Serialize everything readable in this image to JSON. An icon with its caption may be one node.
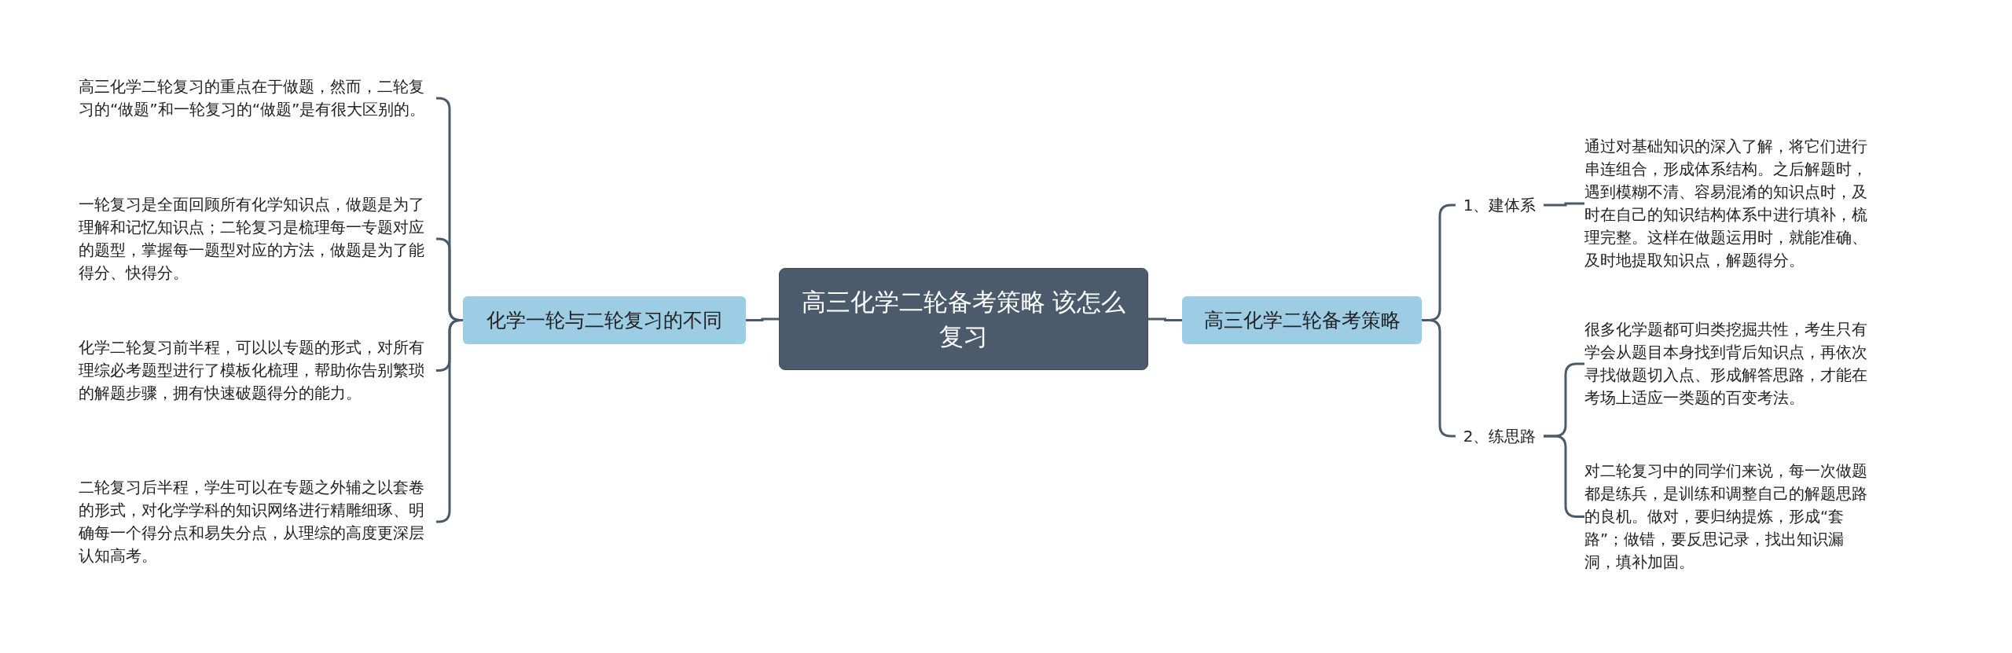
{
  "diagram": {
    "nodes": [
      {
        "text": [
          "高三化学二轮备考策略 该怎么复习"
        ]
      },
      {
        "text": [
          "化学一轮与二轮复习的不同"
        ]
      },
      {
        "text": [
          "高三化学二轮复习的重点在于做题，然而，二轮复习的“做题”和一轮复习的“做题”是有很大区别的。"
        ]
      },
      {
        "text": [
          "一轮复习是全面回顾所有化学知识点，做题是为了理解和记忆知识点；二轮复习是梳理每一专题对应的题型，掌握每一题型对应的方法，做题是为了能得分、快得分。"
        ]
      },
      {
        "text": [
          "化学二轮复习前半程，可以以专题的形式，对所有理综必考题型进行了模板化梳理，帮助你告别繁琐的解题步骤，拥有快速破题得分的能力。"
        ]
      },
      {
        "text": [
          "二轮复习后半程，学生可以在专题之外辅之以套卷的形式，对化学学科的知识网络进行精雕细琢、明确每一个得分点和易失分点，从理综的高度更深层认知高考。"
        ]
      },
      {
        "text": [
          "高三化学二轮备考策略"
        ]
      },
      {
        "text": [
          "1、建体系"
        ]
      },
      {
        "text": [
          "通过对基础知识的深入了解，将它们进行串连组合，形成体系结构。之后解题时，遇到模糊不清、容易混淆的知识点时，及时在自己的知识结构体系中进行填补，梳理完整。这样在做题运用时，就能准确、及时地提取知识点，解题得分。"
        ]
      },
      {
        "text": [
          "2、练思路"
        ]
      },
      {
        "text": [
          "很多化学题都可归类挖掘共性，考生只有学会从题目本身找到背后知识点，再依次寻找做题切入点、形成解答思路，才能在考场上适应一类题的百变考法。"
        ]
      },
      {
        "text": [
          "对二轮复习中的同学们来说，每一次做题都是练兵，是训练和调整自己的解题思路的良机。做对，要归纳提炼，形成“套路”；做错，要反思记录，找出知识漏洞，填补加固。"
        ]
      }
    ],
    "edges": [
      {
        "from": 0,
        "to": 1,
        "arrow": "none"
      },
      {
        "from": 1,
        "to": 2,
        "arrow": "none"
      },
      {
        "from": 1,
        "to": 3,
        "arrow": "none"
      },
      {
        "from": 1,
        "to": 4,
        "arrow": "none"
      },
      {
        "from": 1,
        "to": 5,
        "arrow": "none"
      },
      {
        "from": 0,
        "to": 6,
        "arrow": "none"
      },
      {
        "from": 6,
        "to": 7,
        "arrow": "none"
      },
      {
        "from": 7,
        "to": 8,
        "arrow": "none"
      },
      {
        "from": 6,
        "to": 9,
        "arrow": "none"
      },
      {
        "from": 9,
        "to": 10,
        "arrow": "none"
      },
      {
        "from": 9,
        "to": 11,
        "arrow": "none"
      }
    ]
  }
}
